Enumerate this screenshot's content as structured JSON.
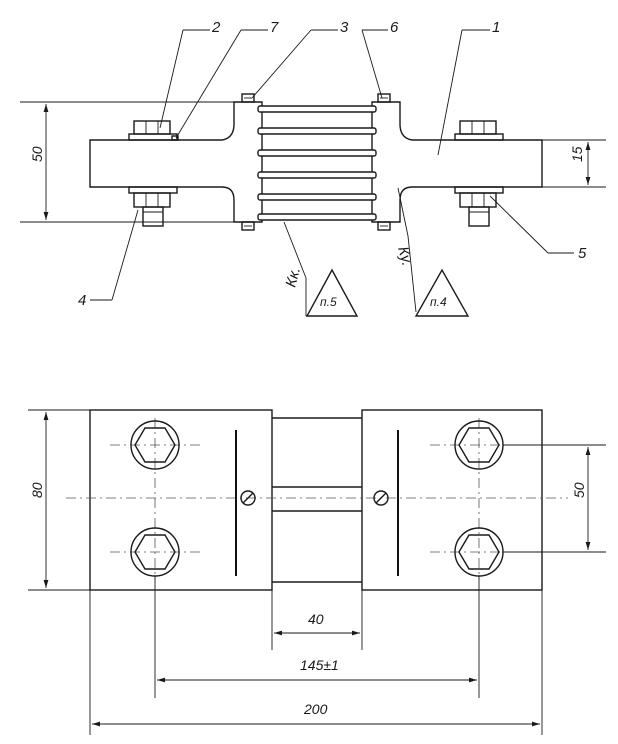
{
  "top_view": {
    "callouts": [
      "1",
      "2",
      "3",
      "4",
      "5",
      "6",
      "7"
    ],
    "dimensions": {
      "height": "50",
      "thickness": "15"
    },
    "surface_marks": [
      "Кк.",
      "Ку."
    ],
    "notes": [
      "п.5",
      "п.4"
    ]
  },
  "bottom_view": {
    "dimensions": {
      "height": "80",
      "hole_spacing": "50",
      "gap": "40",
      "center_distance": "145±1",
      "overall_length": "200"
    }
  }
}
